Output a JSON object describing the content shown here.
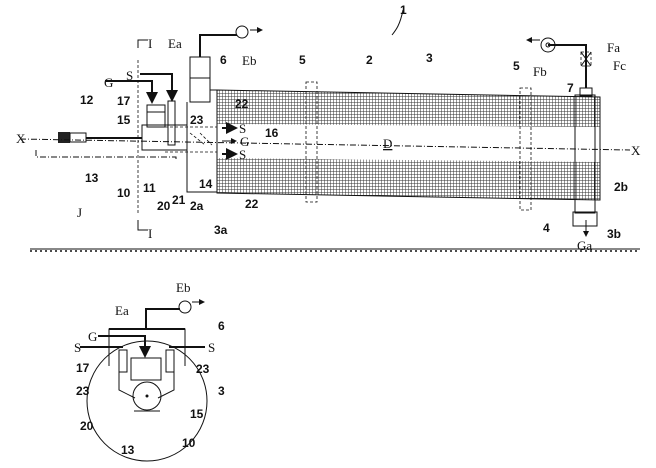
{
  "figure_main": {
    "ref_apparatus": "1",
    "ref_inner_tube": "2",
    "ref_outer_tube": "3",
    "ref_support_left": "5",
    "ref_support_right": "5",
    "ref_hood": "6",
    "ref_outlet": "7",
    "ref_motor": "12",
    "ref_hopper": "17",
    "ref_feeder": "15",
    "ref_shaft": "13",
    "ref_unit": "10",
    "ref_casing": "11",
    "ref_20": "20",
    "ref_21": "21",
    "ref_14": "14",
    "ref_2a": "2a",
    "ref_3a": "3a",
    "ref_22_top": "22",
    "ref_22_bottom": "22",
    "ref_23": "23",
    "ref_16": "16",
    "ref_D": "D",
    "ref_2b": "2b",
    "ref_3b": "3b",
    "ref_4": "4",
    "Ga": "Ga",
    "Fa": "Fa",
    "Fb": "Fb",
    "Fc": "Fc",
    "Ea": "Ea",
    "Eb": "Eb",
    "G_in": "G",
    "S_in": "S",
    "S_upper": "S",
    "G_flow": "G",
    "S_lower": "S",
    "X_left": "X",
    "X_right": "X",
    "section_top": "I",
    "section_bottom": "I",
    "ground": "J"
  },
  "figure_section": {
    "Eb": "Eb",
    "Ea": "Ea",
    "ref_hood": "6",
    "G": "G",
    "S_left": "S",
    "S_right": "S",
    "ref_17": "17",
    "ref_23_right": "23",
    "ref_23_left": "23",
    "ref_3": "3",
    "ref_15": "15",
    "ref_20": "20",
    "ref_10": "10",
    "ref_13": "13"
  }
}
